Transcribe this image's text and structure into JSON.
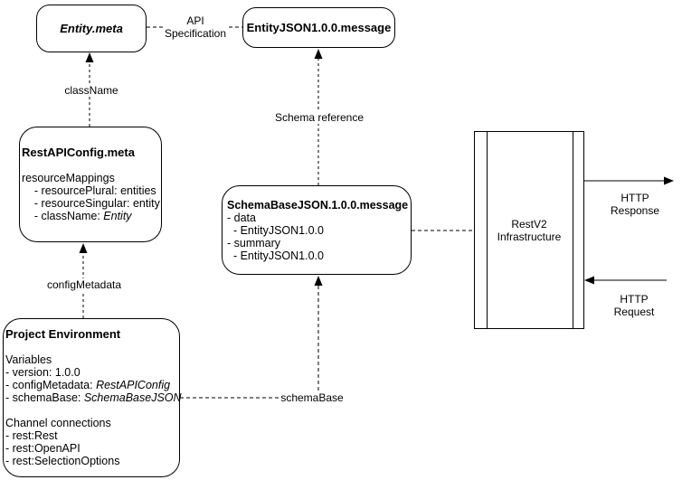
{
  "diagram": {
    "colors": {
      "background": "#ffffff",
      "line": "#000000",
      "text": "#000000"
    },
    "nodes": {
      "entity_meta": {
        "title": "Entity.meta"
      },
      "entity_json_message": {
        "title": "EntityJSON1.0.0.message"
      },
      "rest_api_config": {
        "title": "RestAPIConfig.meta",
        "lines": [
          {
            "text": "resourceMappings",
            "italic": ""
          },
          {
            "text": "    - resourcePlural: entities",
            "italic": ""
          },
          {
            "text": "    - resourceSingular: entity",
            "italic": ""
          },
          {
            "text": "    - className: ",
            "italic": "Entity"
          }
        ]
      },
      "schema_base_json_message": {
        "title": "SchemaBaseJSON.1.0.0.message",
        "lines": [
          {
            "text": "- data",
            "italic": ""
          },
          {
            "text": "  - EntityJSON1.0.0",
            "italic": ""
          },
          {
            "text": "- summary",
            "italic": ""
          },
          {
            "text": "  - EntityJSON1.0.0",
            "italic": ""
          }
        ]
      },
      "project_environment": {
        "title": "Project Environment",
        "lines": [
          {
            "text": "Variables",
            "italic": ""
          },
          {
            "text": "- version: 1.0.0",
            "italic": ""
          },
          {
            "text": "- configMetadata: ",
            "italic": "RestAPIConfig"
          },
          {
            "text": "- schemaBase: ",
            "italic": "SchemaBaseJSON"
          },
          {
            "text": "",
            "italic": ""
          },
          {
            "text": "Channel connections",
            "italic": ""
          },
          {
            "text": "- rest:Rest",
            "italic": ""
          },
          {
            "text": "- rest:OpenAPI",
            "italic": ""
          },
          {
            "text": "- rest:SelectionOptions",
            "italic": ""
          }
        ]
      },
      "restv2_infrastructure": {
        "title": "RestV2\nInfrastructure"
      }
    },
    "edge_labels": {
      "api_specification": "API\nSpecification",
      "class_name": "className",
      "schema_reference": "Schema reference",
      "config_metadata": "configMetadata",
      "schema_base": "schemaBase",
      "http_response": "HTTP Response",
      "http_request": "HTTP Request"
    }
  }
}
